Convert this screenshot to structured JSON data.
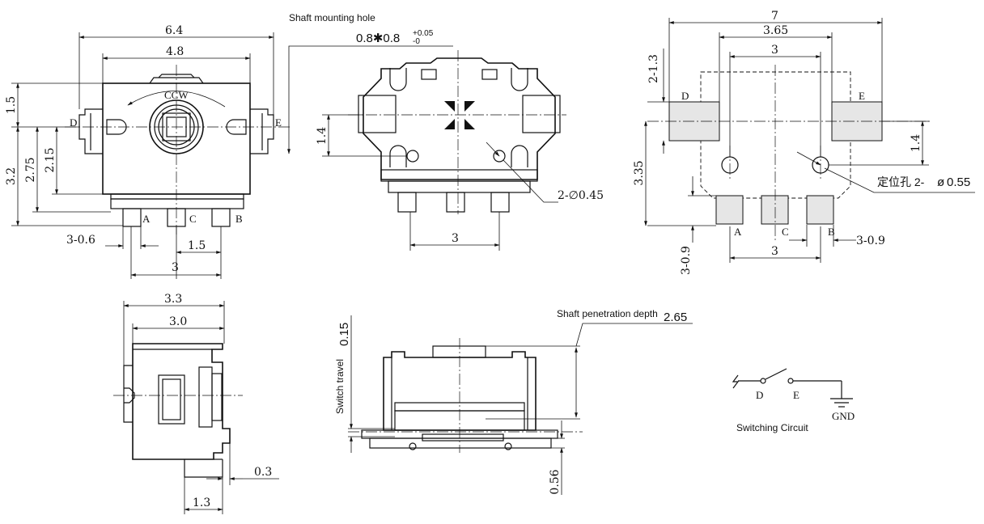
{
  "top_view": {
    "dims": {
      "w_6_4": "6.4",
      "w_4_8": "4.8",
      "h_1_5": "1.5",
      "h_3_2": "3.2",
      "h_2_75": "2.75",
      "h_2_15": "2.15",
      "pin_w": "3-0.6",
      "pitch": "1.5",
      "span": "3"
    },
    "labels": {
      "ccw": "CCW",
      "d": "D",
      "e": "E",
      "a": "A",
      "c": "C",
      "b": "B"
    }
  },
  "shaft_hole": {
    "title": "Shaft mounting hole",
    "value": "0.8✱0.8",
    "tol_plus": "+0.05",
    "tol_minus": "-0"
  },
  "bottom_view": {
    "dims": {
      "h_1_4": "1.4",
      "holes": "2-∅0.45",
      "span": "3"
    }
  },
  "footprint": {
    "dims": {
      "w_7": "7",
      "w_3_65": "3.65",
      "w_3": "3",
      "h_2_1_3": "2-1.3",
      "h_3_35": "3.35",
      "h_1_4": "1.4",
      "h_3_0_9": "3-0.9",
      "pad_w": "3-0.9",
      "span": "3"
    },
    "labels": {
      "d": "D",
      "e": "E",
      "a": "A",
      "c": "C",
      "b": "B"
    },
    "locating": {
      "prefix": "定位孔 2-",
      "phi": "ø",
      "value": "0.55"
    }
  },
  "side_view": {
    "dims": {
      "w_3_3": "3.3",
      "w_3_0": "3.0",
      "t_0_3": "0.3",
      "w_1_3": "1.3"
    }
  },
  "front_view": {
    "depth_label": "Shaft penetration depth",
    "depth_value": "2.65",
    "travel_label": "Switch travel",
    "travel_value": "0.15",
    "h_0_56": "0.56"
  },
  "circuit": {
    "d": "D",
    "e": "E",
    "gnd": "GND",
    "title": "Switching Circuit"
  }
}
